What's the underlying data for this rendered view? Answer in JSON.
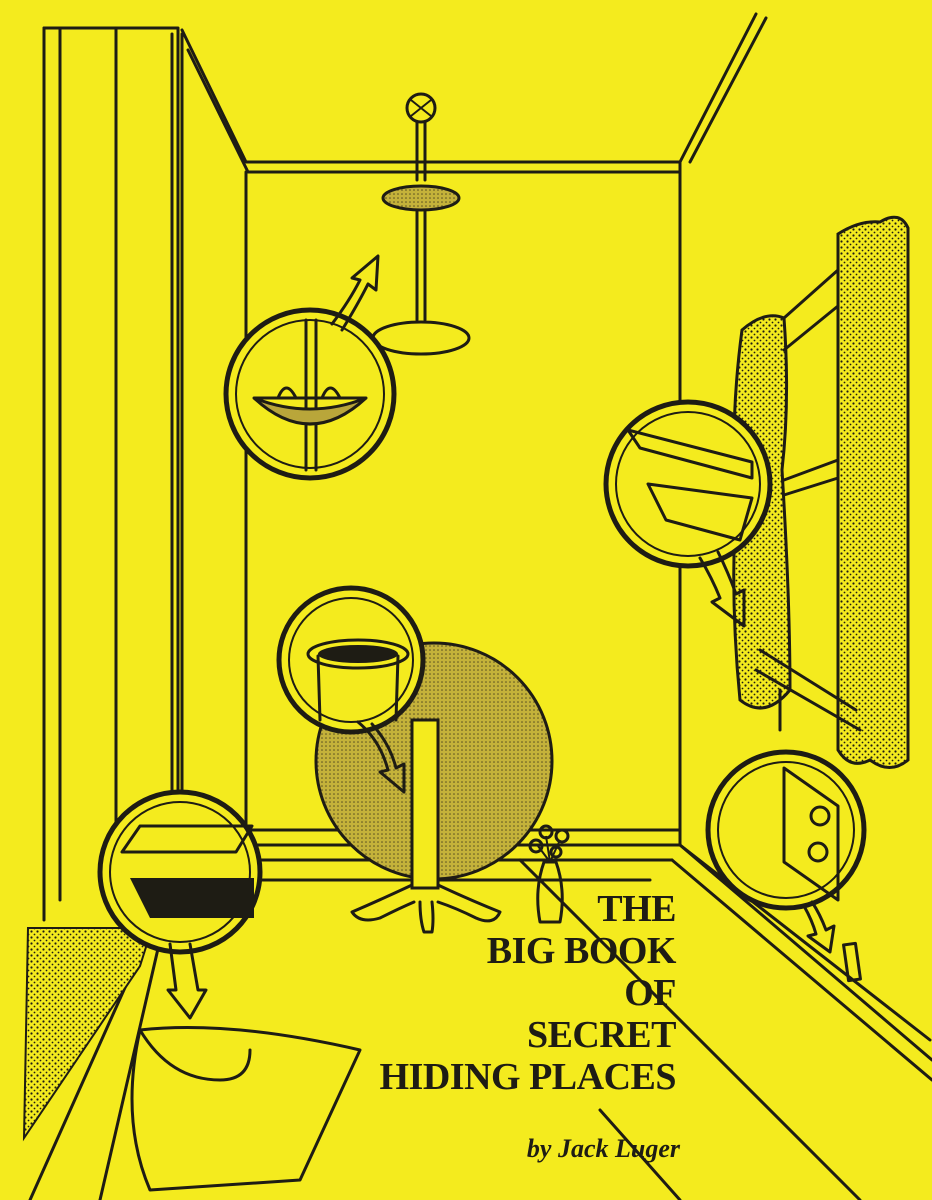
{
  "cover": {
    "title_lines": [
      "THE",
      "BIG BOOK",
      "OF",
      "SECRET",
      "HIDING PLACES"
    ],
    "author": "by Jack Luger"
  },
  "colors": {
    "background": "#f4eb1e",
    "ink": "#1e1c14",
    "shading": "#b9a63a"
  },
  "illustration": {
    "magnifiers": [
      "ceiling-light-detail",
      "window-sill-detail",
      "lamp-base-detail",
      "floor-vent-detail",
      "outlet-detail"
    ]
  }
}
